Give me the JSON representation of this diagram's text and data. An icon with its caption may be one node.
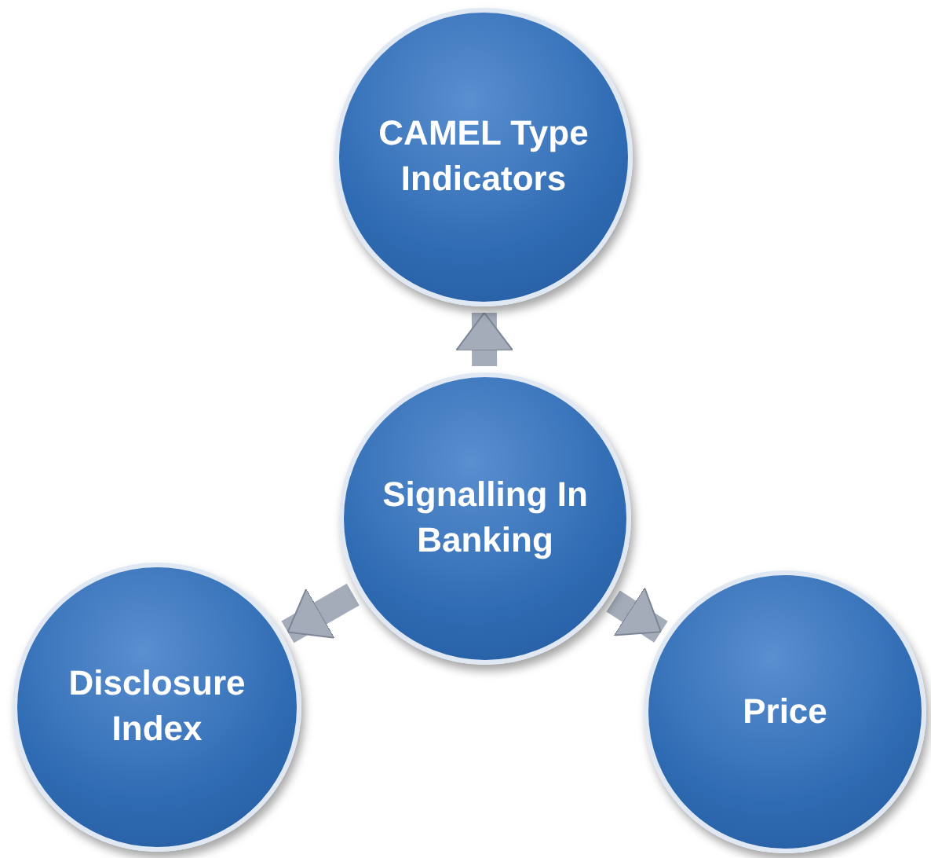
{
  "diagram": {
    "nodes": [
      {
        "text": [
          "CAMEL Type Indicators"
        ]
      },
      {
        "text": [
          "Signalling In Banking"
        ]
      },
      {
        "text": [
          "Disclosure Index"
        ]
      },
      {
        "text": [
          "Price"
        ]
      }
    ],
    "edges": [
      {
        "from": 1,
        "to": 0,
        "arrow": "to"
      },
      {
        "from": 1,
        "to": 2,
        "arrow": "to"
      },
      {
        "from": 1,
        "to": 3,
        "arrow": "to"
      }
    ]
  }
}
